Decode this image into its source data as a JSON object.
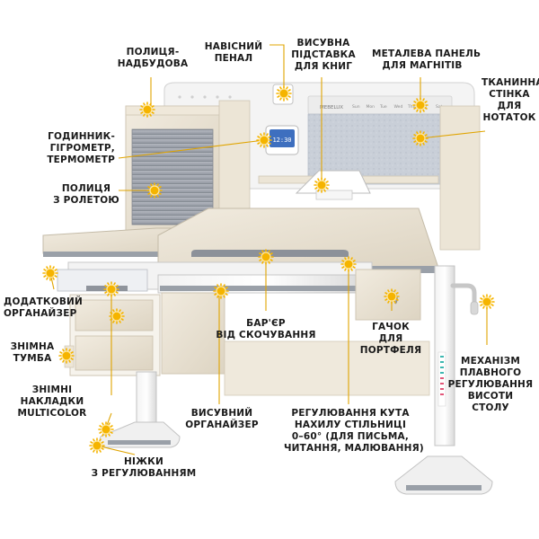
{
  "labels": {
    "shelf_top": [
      "ПОЛИЦЯ-",
      "НАДБУДОВА"
    ],
    "pencil_case": [
      "НАВІСНИЙ",
      "ПЕНАЛ"
    ],
    "book_stand": [
      "ВИСУВНА",
      "ПІДСТАВКА",
      "ДЛЯ КНИГ"
    ],
    "metal_panel": [
      "МЕТАЛЕВА ПАНЕЛЬ",
      "ДЛЯ МАГНІТІВ"
    ],
    "fabric_wall": [
      "ТКАНИННА",
      "СТІНКА",
      "ДЛЯ",
      "НОТАТОК"
    ],
    "clock": [
      "ГОДИННИК-",
      "ГІГРОМЕТР,",
      "ТЕРМОМЕТР"
    ],
    "roller_shelf": [
      "ПОЛИЦЯ",
      "З РОЛЕТОЮ"
    ],
    "extra_organizer": [
      "ДОДАТКОВИЙ",
      "ОРГАНАЙЗЕР"
    ],
    "barrier": [
      "БАР'ЄР",
      "ВІД СКОЧУВАННЯ"
    ],
    "hook": [
      "ГАЧОК",
      "ДЛЯ",
      "ПОРТФЕЛЯ"
    ],
    "removable_cabinet": [
      "ЗНІМНА",
      "ТУМБА"
    ],
    "height_mechanism": [
      "МЕХАНІЗМ",
      "ПЛАВНОГО",
      "РЕГУЛЮВАННЯ",
      "ВИСОТИ",
      "СТОЛУ"
    ],
    "covers": [
      "ЗНІМНІ",
      "НАКЛАДКИ",
      "MULTICOLOR"
    ],
    "pull_organizer": [
      "ВИСУВНИЙ",
      "ОРГАНАЙЗЕР"
    ],
    "tilt": [
      "РЕГУЛЮВАННЯ КУТА",
      "НАХИЛУ СТІЛЬНИЦІ",
      "0–60° (ДЛЯ ПИСЬМА,",
      "ЧИТАННЯ, МАЛЮВАННЯ)"
    ],
    "legs": [
      "НІЖКИ",
      "З РЕГУЛЮВАННЯМ"
    ]
  },
  "brand": "MEBELUX",
  "weekdays": [
    "Sun",
    "Mon",
    "Tue",
    "Wed",
    "Thu",
    "Fri",
    "Sat"
  ],
  "clock_display": "12:30",
  "colors": {
    "marker": "#f5b400",
    "marker_ring": "#ffe9a3",
    "line": "#e0a400",
    "wood": "#e9e2d4",
    "frame": "#e6e6e6",
    "gray_accent": "#9a9ea6",
    "fabric": "#cdd3dc",
    "roller": "#9ea3ad",
    "text": "#1a1a1a"
  }
}
